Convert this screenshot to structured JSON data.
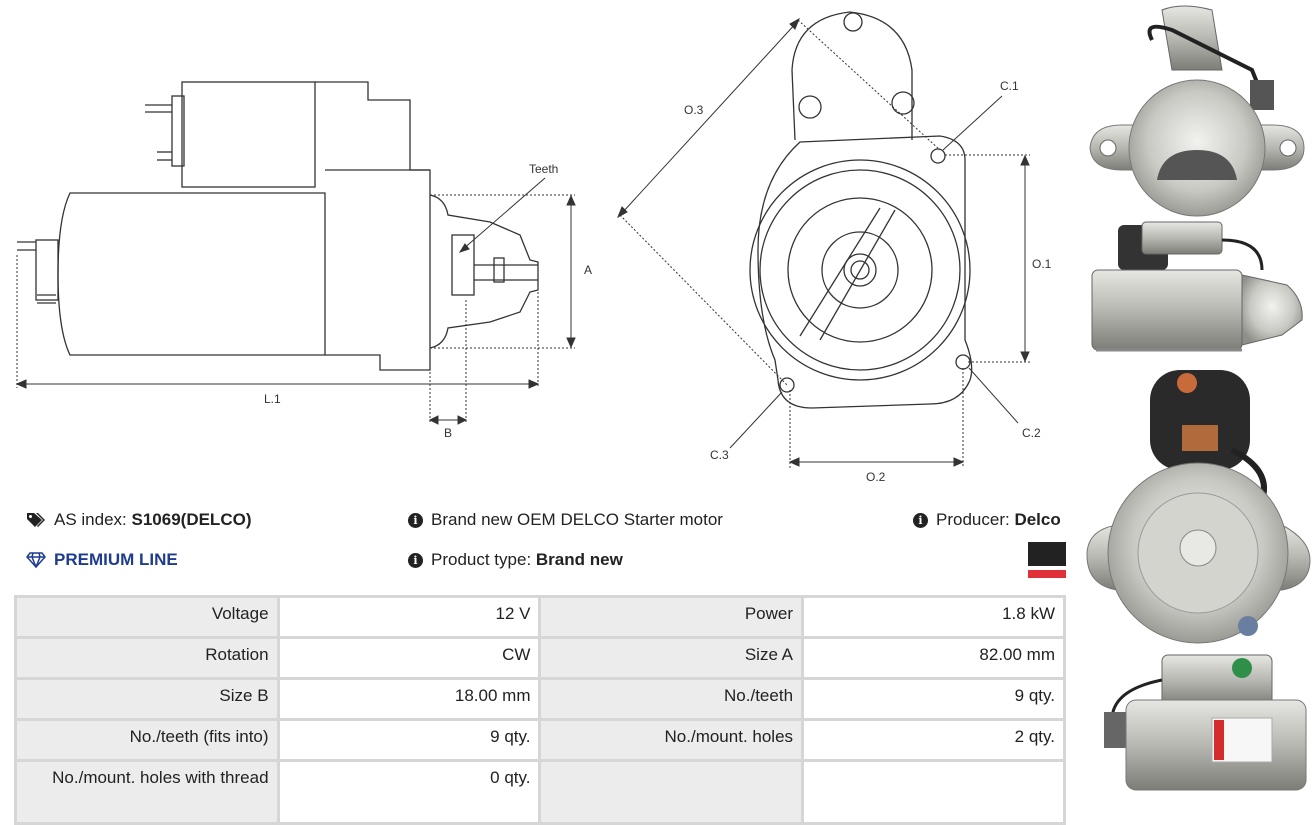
{
  "drawing": {
    "teeth_label": "Teeth",
    "dim_a": "A",
    "dim_b": "B",
    "dim_l1": "L.1",
    "dim_o1": "O.1",
    "dim_o2": "O.2",
    "dim_o3": "O.3",
    "dim_c1": "C.1",
    "dim_c2": "C.2",
    "dim_c3": "C.3"
  },
  "info": {
    "as_index_label": "AS index:",
    "as_index_value": "S1069(DELCO)",
    "premium_line": "PREMIUM LINE",
    "description": "Brand new OEM DELCO Starter motor",
    "product_type_label": "Product type:",
    "product_type_value": "Brand new",
    "producer_label": "Producer:",
    "producer_value": "Delco",
    "icons": {
      "tag": "tag-icon",
      "info": "info-icon",
      "diamond": "diamond-icon"
    },
    "colors": {
      "premium": "#1f3c8f",
      "flag_top": "#222222",
      "flag_bottom": "#e0303a"
    }
  },
  "specs": {
    "rows": [
      {
        "l1": "Voltage",
        "v1": "12 V",
        "l2": "Power",
        "v2": "1.8 kW"
      },
      {
        "l1": "Rotation",
        "v1": "CW",
        "l2": "Size A",
        "v2": "82.00 mm"
      },
      {
        "l1": "Size B",
        "v1": "18.00 mm",
        "l2": "No./teeth",
        "v2": "9 qty."
      },
      {
        "l1": "No./teeth (fits into)",
        "v1": "9 qty.",
        "l2": "No./mount. holes",
        "v2": "2 qty."
      },
      {
        "l1": "No./mount. holes with thread",
        "v1": "0 qty.",
        "l2": "",
        "v2": ""
      }
    ]
  }
}
